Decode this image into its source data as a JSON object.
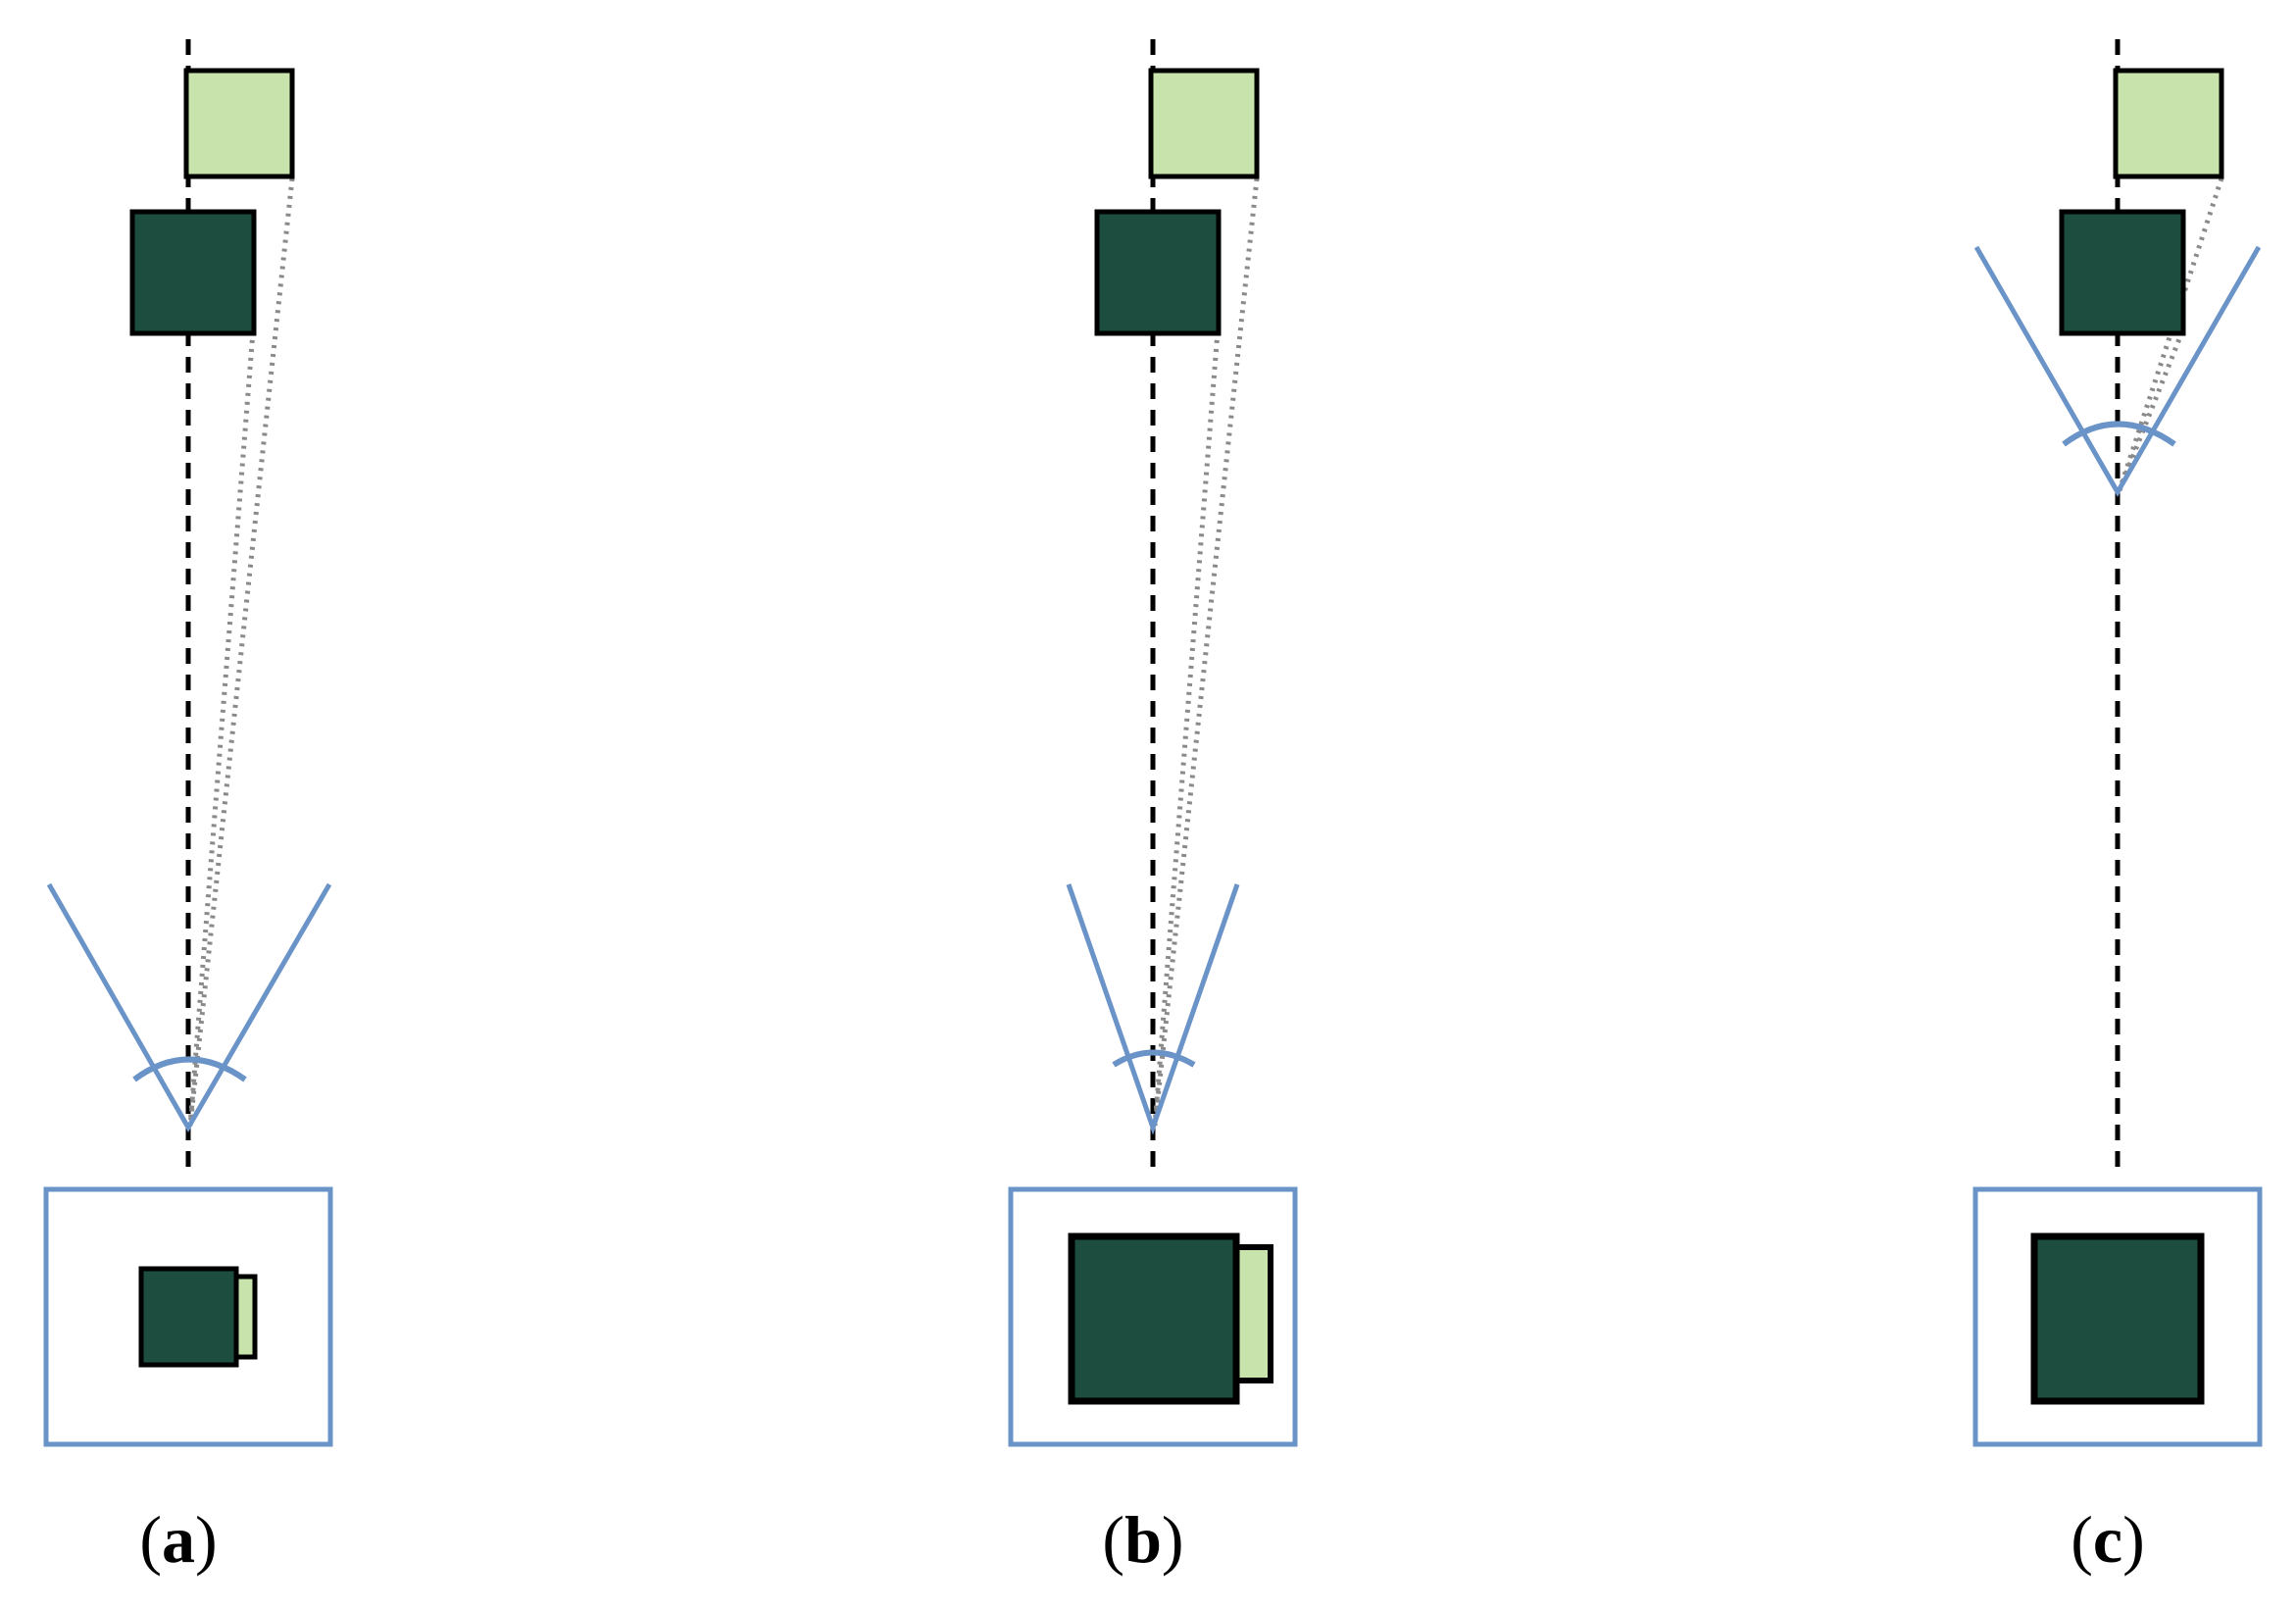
{
  "colors": {
    "near_object": "#1c4d3f",
    "far_object": "#c9e3ad",
    "camera": "#6a93c8",
    "axis_line": "#000000",
    "sight_line": "#8a8a8a",
    "outline": "#000000"
  },
  "panels": [
    {
      "id": "a",
      "label_letter": "a"
    },
    {
      "id": "b",
      "label_letter": "b"
    },
    {
      "id": "c",
      "label_letter": "c"
    }
  ],
  "label_parens": {
    "open": "(",
    "close": ")"
  }
}
